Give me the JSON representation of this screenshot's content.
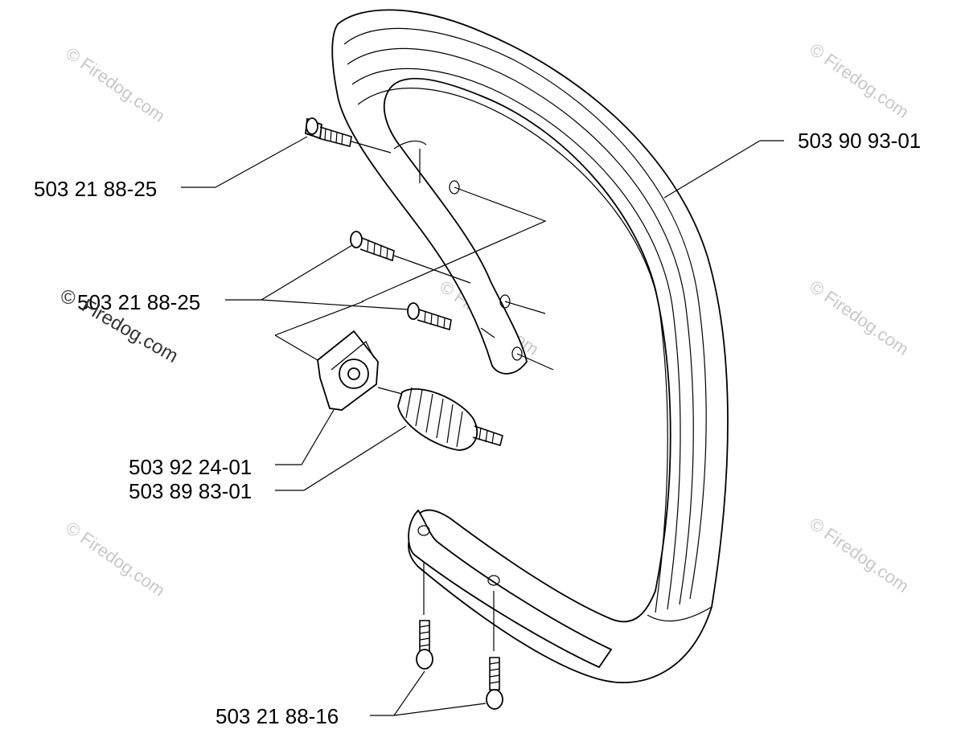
{
  "diagram": {
    "parts": [
      {
        "id": "handle",
        "number": "503 90 93-01"
      },
      {
        "id": "screw-top",
        "number": "503 21 88-25"
      },
      {
        "id": "screws-middle",
        "number": "503 21 88-25"
      },
      {
        "id": "bracket",
        "number": "503 92 24-01"
      },
      {
        "id": "damper-spring",
        "number": "503 89 83-01"
      },
      {
        "id": "screws-bottom",
        "number": "503 21 88-16"
      }
    ],
    "watermark": {
      "text": "© Firedog.com",
      "dark_symbol": "©",
      "dark_text": "Firedog.com"
    }
  }
}
